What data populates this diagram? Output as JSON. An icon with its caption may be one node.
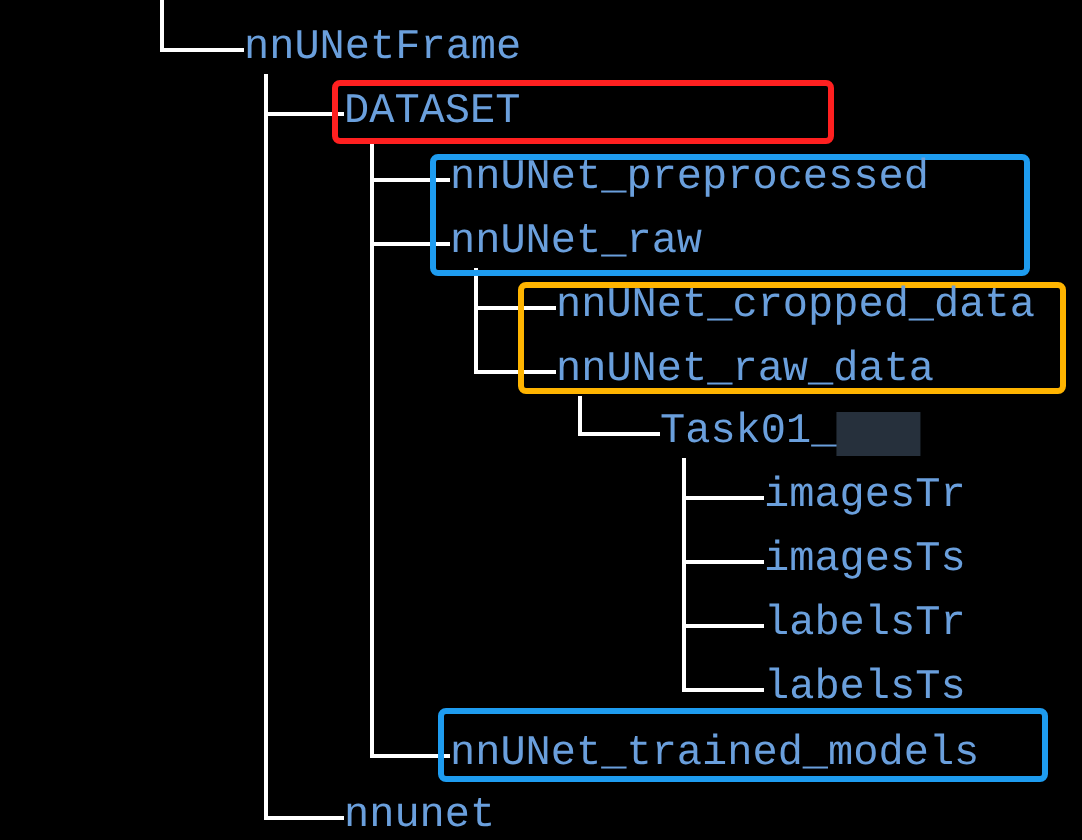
{
  "diagram": {
    "nodes": [
      {
        "text": [
          "nnUNetFrame"
        ]
      },
      {
        "text": [],
        "shape": "box"
      },
      {
        "text": [
          "DATASET"
        ],
        "in": 1
      },
      {
        "text": [],
        "shape": "box"
      },
      {
        "text": [
          "nnUNet_preprocessed"
        ],
        "in": 3
      },
      {
        "text": [
          "nnUNet_raw"
        ],
        "in": 3
      },
      {
        "text": [],
        "shape": "box"
      },
      {
        "text": [
          "nnUNet_cropped_data"
        ],
        "in": 6
      },
      {
        "text": [
          "nnUNet_raw_data"
        ],
        "in": 6
      },
      {
        "text": [
          "Task01_"
        ]
      },
      {
        "text": [
          "imagesTr"
        ]
      },
      {
        "text": [
          "imagesTs"
        ]
      },
      {
        "text": [
          "labelsTr"
        ]
      },
      {
        "text": [
          "labelsTs"
        ]
      },
      {
        "text": [],
        "shape": "box"
      },
      {
        "text": [
          "nnUNet_trained_models"
        ],
        "in": 14
      },
      {
        "text": [
          "nnunet"
        ]
      }
    ],
    "edges": [
      {
        "from": null,
        "to": 0,
        "arrow": "none"
      },
      {
        "from": 0,
        "to": 2,
        "arrow": "none"
      },
      {
        "from": 2,
        "to": 4,
        "arrow": "none"
      },
      {
        "from": 2,
        "to": 5,
        "arrow": "none"
      },
      {
        "from": 5,
        "to": 7,
        "arrow": "none"
      },
      {
        "from": 5,
        "to": 8,
        "arrow": "none"
      },
      {
        "from": 8,
        "to": 9,
        "arrow": "none"
      },
      {
        "from": 9,
        "to": 10,
        "arrow": "none"
      },
      {
        "from": 9,
        "to": 11,
        "arrow": "none"
      },
      {
        "from": 9,
        "to": 12,
        "arrow": "none"
      },
      {
        "from": 9,
        "to": 13,
        "arrow": "none"
      },
      {
        "from": 2,
        "to": 15,
        "arrow": "none"
      },
      {
        "from": 0,
        "to": 16,
        "arrow": "none"
      }
    ]
  }
}
